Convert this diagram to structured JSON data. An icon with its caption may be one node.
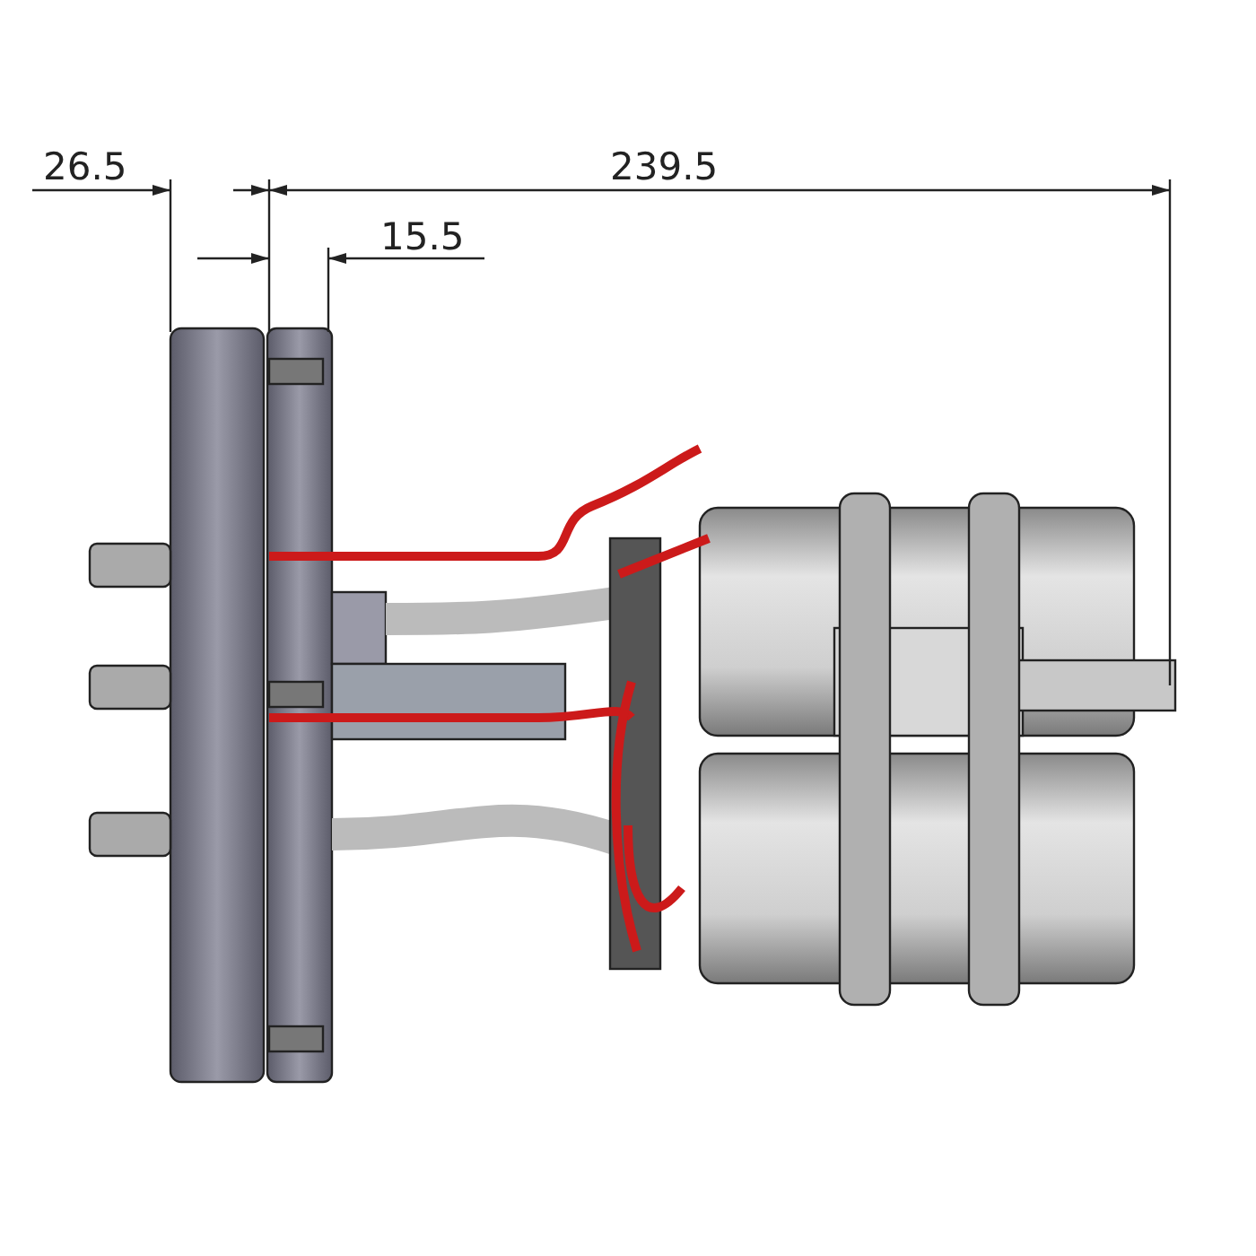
{
  "diagram": {
    "labels": [
      "26.5",
      "239.5",
      "15.5"
    ]
  }
}
